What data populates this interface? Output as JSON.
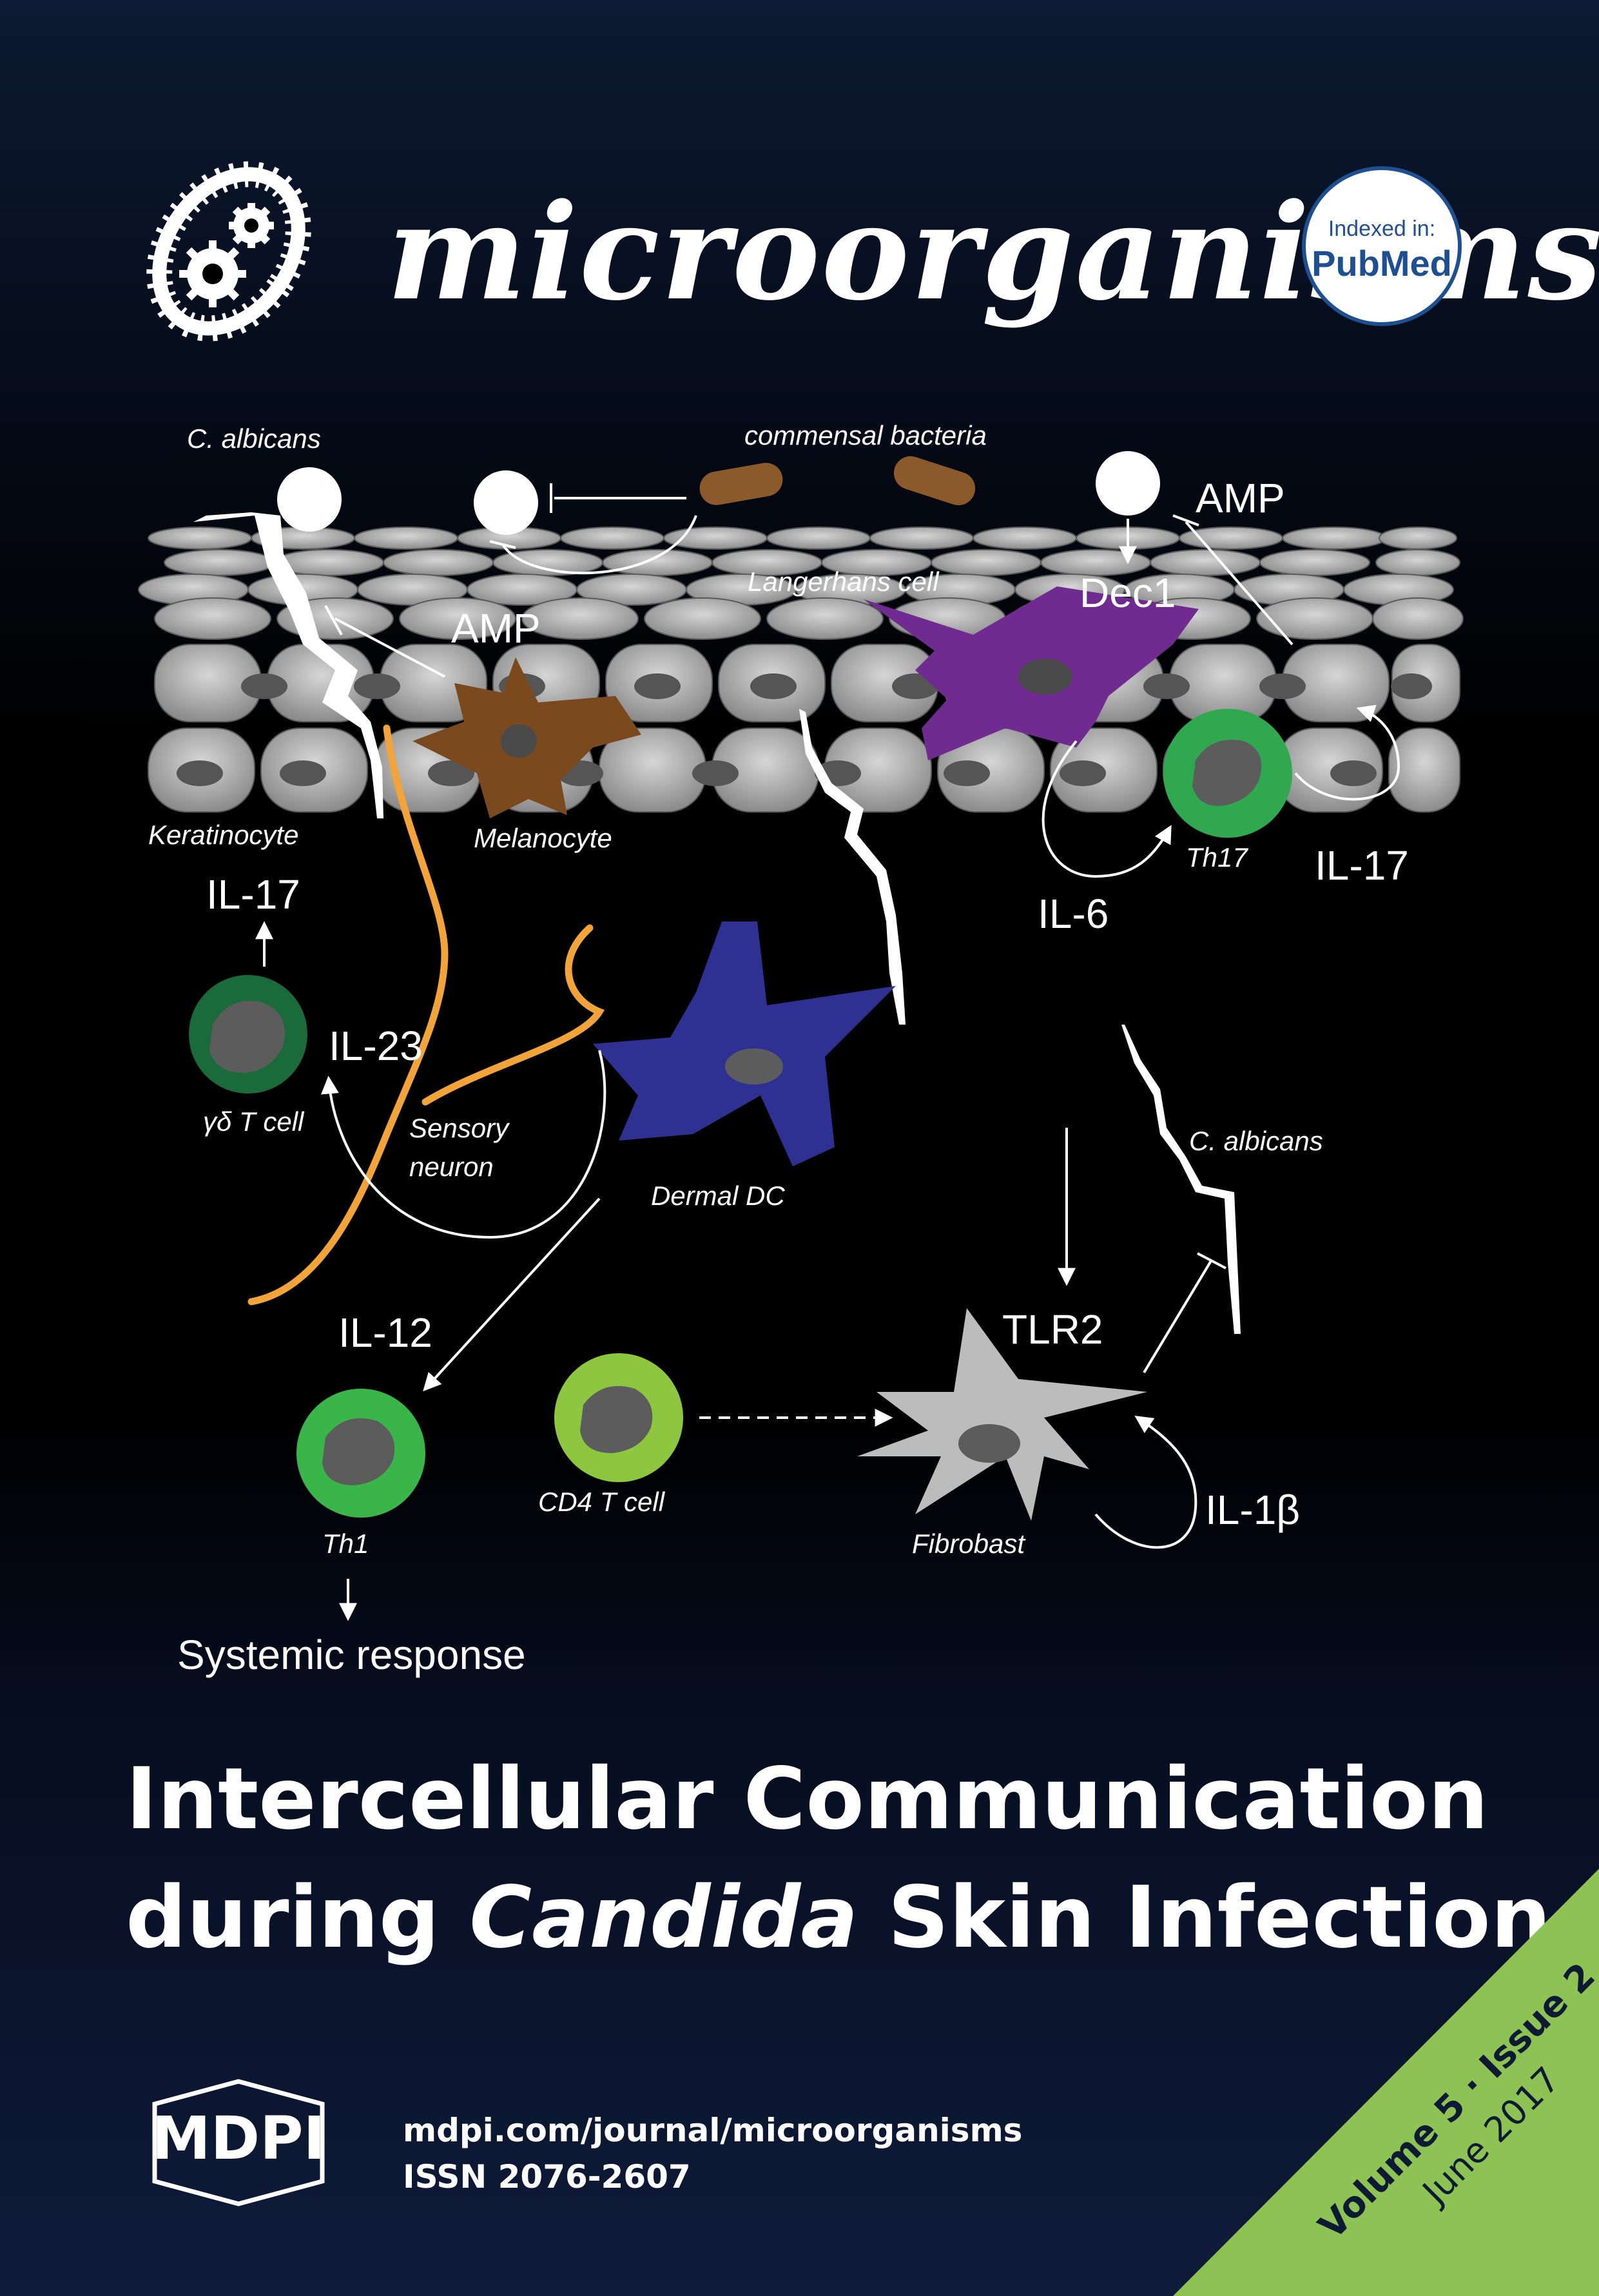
{
  "header": {
    "journal_name": "microorganisms",
    "pubmed_line1": "Indexed in:",
    "pubmed_line2": "PubMed"
  },
  "diagram": {
    "labels": {
      "c_albicans_top": "C. albicans",
      "commensal_bacteria": "commensal bacteria",
      "amp_right": "AMP",
      "amp_left": "AMP",
      "langerhans_cell": "Langerhans cell",
      "dec1": "Dec1",
      "keratinocyte": "Keratinocyte",
      "melanocyte": "Melanocyte",
      "th17": "Th17",
      "il17_right": "IL-17",
      "il6": "IL-6",
      "il17_left": "IL-17",
      "il23": "IL-23",
      "gamma_delta_t_cell": "γδ T cell",
      "sensory_neuron_1": "Sensory",
      "sensory_neuron_2": "neuron",
      "dermal_dc": "Dermal DC",
      "c_albicans_right": "C. albicans",
      "il12": "IL-12",
      "tlr2": "TLR2",
      "th1": "Th1",
      "cd4_t_cell": "CD4 T cell",
      "fibroblast": "Fibrobast",
      "il1b": "IL-1β",
      "systemic_response": "Systemic response"
    }
  },
  "article": {
    "title_line1": "Intercellular Communication",
    "title_line2_a": "during ",
    "title_line2_b": "Candida",
    "title_line2_c": " Skin Infection"
  },
  "footer": {
    "logo_text": "MDPI",
    "url": "mdpi.com/journal/microorganisms",
    "issn": "ISSN 2076-2607"
  },
  "issue": {
    "volume_issue": "Volume 5 · Issue 2",
    "date": "June 2017"
  },
  "colors": {
    "background": "#000000",
    "navy": "#0f1b3a",
    "corner_green": "#8dc255",
    "pubmed_blue": "#1d4f91",
    "neuron_orange": "#f2a33a",
    "melanocyte_brown": "#7a4a1e",
    "langerhans_purple": "#6f2b8f",
    "dermal_dc_blue": "#2e3192",
    "th_green": "#2fa84f"
  }
}
